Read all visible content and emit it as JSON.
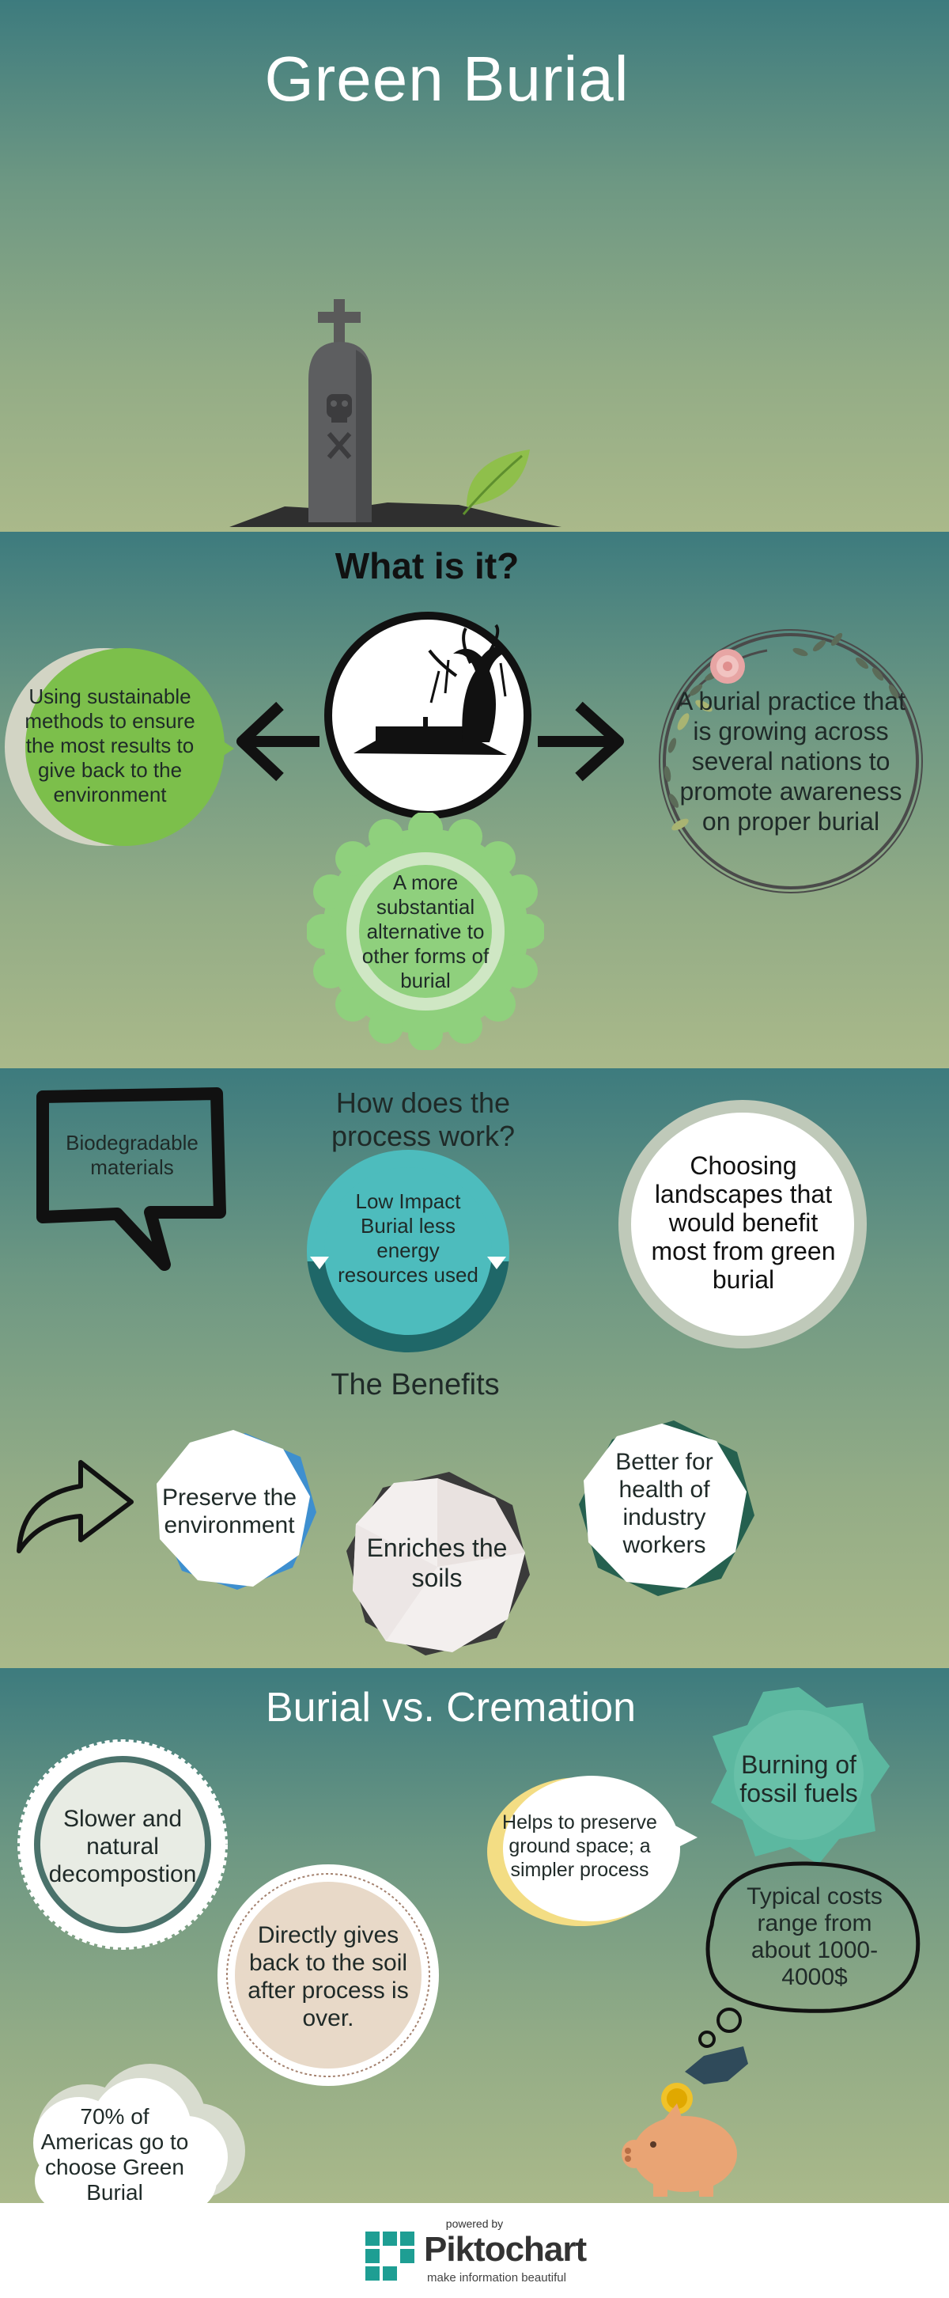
{
  "header": {
    "title": "Green Burial"
  },
  "what_is_it": {
    "heading": "What is it?",
    "left_bubble": "Using sustainable methods to ensure the most results to give back to the environment",
    "right_wreath": "A burial practice that is growing across several nations to promote awareness on proper burial",
    "badge": "A more substantial alternative to other forms of burial"
  },
  "process": {
    "heading": "How does the process work?",
    "speech_box": "Biodegradable materials",
    "teal_circle": "Low Impact Burial less energy resources used",
    "white_circle": "Choosing landscapes that would benefit most from green burial"
  },
  "benefits": {
    "heading": "The Benefits",
    "items": [
      "Preserve the environment",
      "Enriches the soils",
      "Better for health of industry workers"
    ]
  },
  "burial_vs_cremation": {
    "heading": "Burial vs. Cremation",
    "slower": "Slower and natural decompostion",
    "directly": "Directly gives back to the soil after process is over.",
    "seventy": "70% of Americas go to choose Green Burial",
    "helps": "Helps to preserve ground space; a simpler process",
    "burning": "Burning of fossil fuels",
    "costs": "Typical costs range from about 1000-4000$"
  },
  "footer": {
    "powered_by": "powered by",
    "brand": "Piktochart",
    "tagline": "make information beautiful"
  },
  "colors": {
    "teal": "#3d7b7e",
    "sage": "#aab98a",
    "green": "#7cbf4b",
    "light_green": "#8fd07d",
    "teal_circle": "#4dbcbd",
    "mint": "#5cb8a0"
  }
}
